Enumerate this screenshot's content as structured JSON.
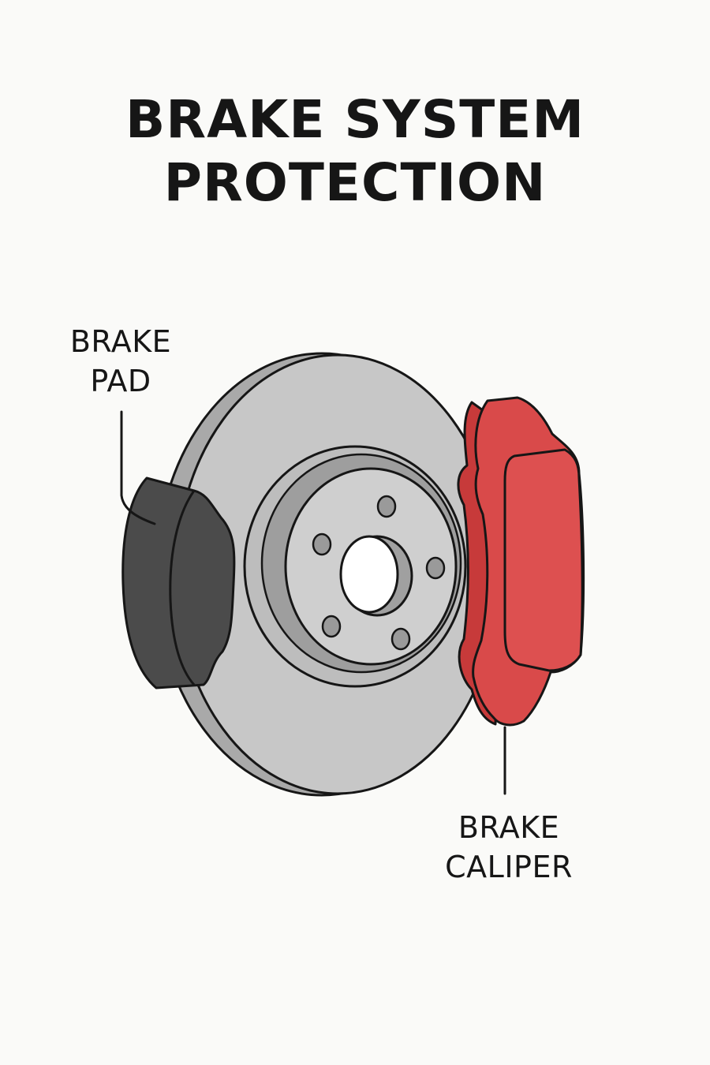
{
  "title": {
    "line1": "BRAKE SYSTEM",
    "line2": "PROTECTION"
  },
  "labels": {
    "pad": {
      "line1": "BRAKE",
      "line2": "PAD"
    },
    "caliper": {
      "line1": "BRAKE",
      "line2": "CALIPER"
    }
  },
  "colors": {
    "background": "#fafaf8",
    "rotor": "#c7c7c7",
    "rotor_edge": "#a9a9a9",
    "pad": "#4b4b4b",
    "caliper": "#d94a4a",
    "outline": "#161616"
  }
}
